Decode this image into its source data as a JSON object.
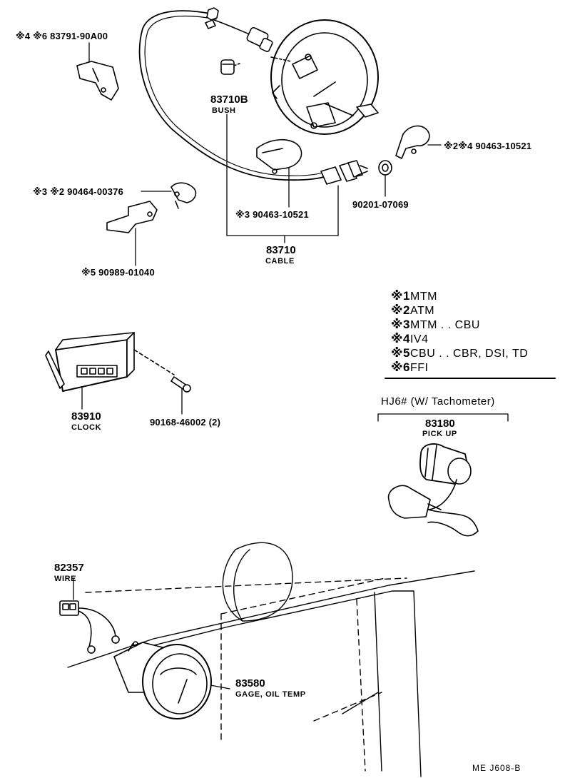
{
  "parts": {
    "p83791": "※4 ※6 83791-90A00",
    "p83710b": "83710B",
    "p83710b_desc": "BUSH",
    "p90463a": "※2※4 90463-10521",
    "p90464": "※3 ※2 90464-00376",
    "p90463b": "※3 90463-10521",
    "p90201": "90201-07069",
    "p83710": "83710",
    "p83710_desc": "CABLE",
    "p90989": "※5 90989-01040",
    "p83910": "83910",
    "p83910_desc": "CLOCK",
    "p90168": "90168-46002 (2)",
    "p83180": "83180",
    "p83180_desc": "PICK UP",
    "p82357": "82357",
    "p82357_desc": "WIRE",
    "p83580": "83580",
    "p83580_desc": "GAGE, OIL TEMP"
  },
  "legend": {
    "items": [
      {
        "mark": "※1",
        "text": "MTM"
      },
      {
        "mark": "※2",
        "text": "ATM"
      },
      {
        "mark": "※3",
        "text": "MTM . . CBU"
      },
      {
        "mark": "※4",
        "text": "IV4"
      },
      {
        "mark": "※5",
        "text": "CBU . . CBR, DSI, TD"
      },
      {
        "mark": "※6",
        "text": "FFI"
      }
    ]
  },
  "tachometer_group": "HJ6# (W/ Tachometer)",
  "footer_code": "ME  J608-B",
  "colors": {
    "line": "#000000",
    "background": "#ffffff"
  }
}
